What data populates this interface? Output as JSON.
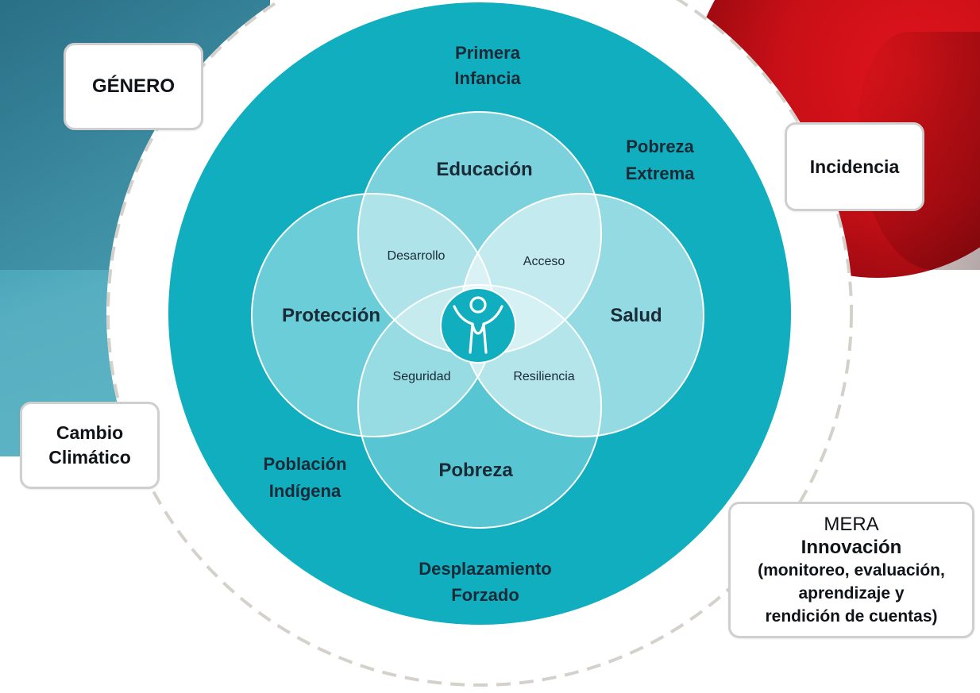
{
  "diagram": {
    "outer_labels": {
      "primera_infancia": [
        "Primera",
        "Infancia"
      ],
      "pobreza_extrema": [
        "Pobreza",
        "Extrema"
      ],
      "poblacion_indigena": [
        "Población",
        "Indígena"
      ],
      "desplazamiento_forzado": [
        "Desplazamiento",
        "Forzado"
      ]
    },
    "circles": {
      "educacion": "Educación",
      "proteccion": "Protección",
      "salud": "Salud",
      "pobreza": "Pobreza"
    },
    "intersections": {
      "desarrollo": "Desarrollo",
      "acceso": "Acceso",
      "seguridad": "Seguridad",
      "resiliencia": "Resiliencia"
    },
    "center_icon": "child-arms-raised-icon"
  },
  "boxes": {
    "genero": "GÉNERO",
    "incidencia": "Incidencia",
    "cambio_climatico": [
      "Cambio",
      "Climático"
    ],
    "mera": {
      "title": "MERA",
      "subtitle": "Innovación",
      "lines": [
        "(monitoreo, evaluación,",
        "aprendizaje y",
        "rendición de cuentas)"
      ]
    }
  },
  "colors": {
    "teal": "#10aebf",
    "center_dot": "#10aebf",
    "petal": "#9fd3df",
    "dashed_ring": "#d4d1cb",
    "text": "#1a2a36"
  }
}
